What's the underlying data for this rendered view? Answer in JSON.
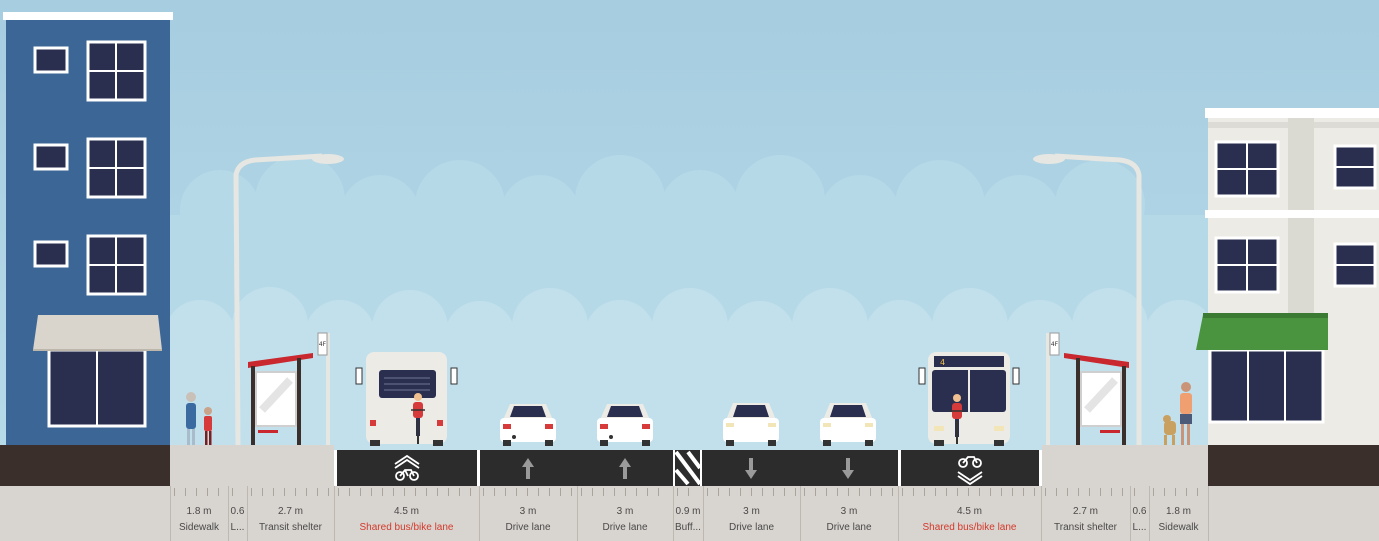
{
  "colors": {
    "sky": "#a9cfe0",
    "asphalt": "#2c2c2c",
    "sidewalk": "#d8d4cf",
    "label_band": "#d8d4cf",
    "lane_marking": "#ffffff",
    "warning_text": "#d33a2c",
    "building_left": "#3c6696",
    "building_right": "#ecebe6",
    "awning_green": "#4a9440",
    "shelter_red": "#c8282e"
  },
  "segments": [
    {
      "width_label": "1.8 m",
      "name": "Sidewalk",
      "warning": false
    },
    {
      "width_label": "0.6",
      "name": "L...",
      "warning": false
    },
    {
      "width_label": "2.7 m",
      "name": "Transit shelter",
      "warning": false
    },
    {
      "width_label": "4.5 m",
      "name": "Shared bus/bike lane",
      "warning": true
    },
    {
      "width_label": "3 m",
      "name": "Drive lane",
      "warning": false
    },
    {
      "width_label": "3 m",
      "name": "Drive lane",
      "warning": false
    },
    {
      "width_label": "0.9 m",
      "name": "Buff...",
      "warning": false
    },
    {
      "width_label": "3 m",
      "name": "Drive lane",
      "warning": false
    },
    {
      "width_label": "3 m",
      "name": "Drive lane",
      "warning": false
    },
    {
      "width_label": "4.5 m",
      "name": "Shared bus/bike lane",
      "warning": true
    },
    {
      "width_label": "2.7 m",
      "name": "Transit shelter",
      "warning": false
    },
    {
      "width_label": "0.6",
      "name": "L...",
      "warning": false
    },
    {
      "width_label": "1.8 m",
      "name": "Sidewalk",
      "warning": false
    }
  ],
  "bus_route_left": "",
  "bus_route_right": "4",
  "stop_sign_left": "4F",
  "stop_sign_right": "4F",
  "icons": {
    "lane_left_bus": "bus-bike-lane-icon",
    "lane_right_bus": "bus-bike-lane-icon",
    "arrows_left": "arrow-up-icon",
    "arrows_right": "arrow-down-icon"
  }
}
